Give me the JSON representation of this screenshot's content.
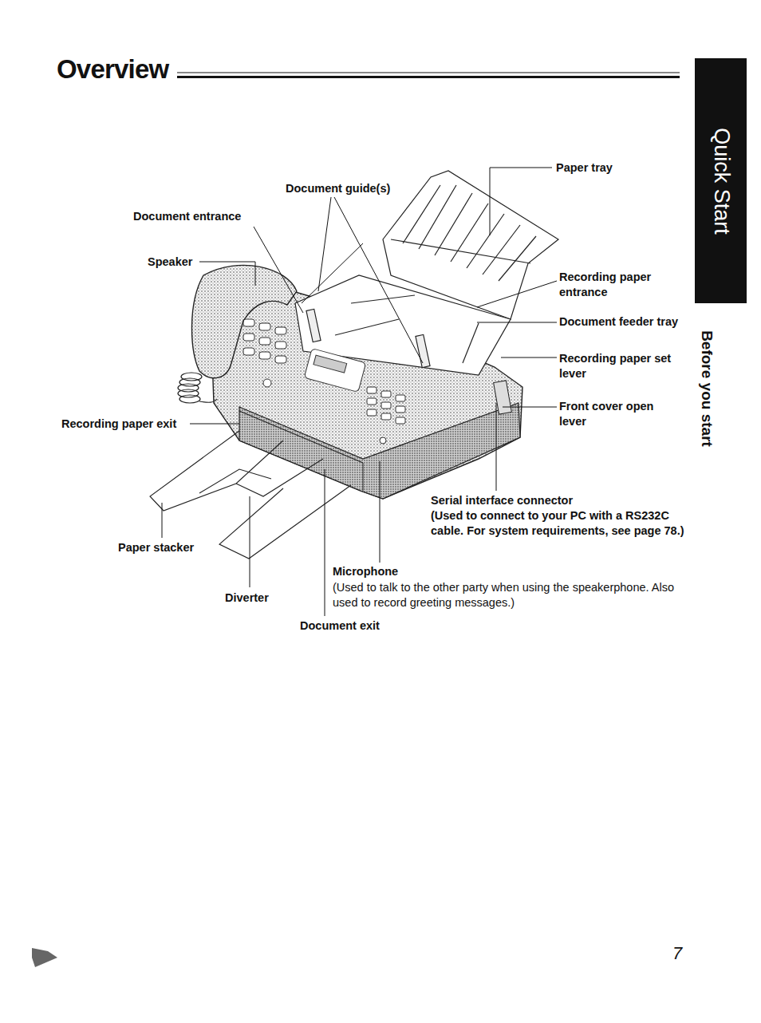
{
  "diagram": {
    "title": "Overview",
    "nodes": [
      {
        "text": [
          "Quick Start"
        ]
      }
    ],
    "labels": [
      "Paper tray",
      "Document guide(s)",
      "Document entrance",
      "Speaker",
      "Recording paper entrance",
      "Document feeder tray",
      "Recording paper set lever",
      "Front cover open lever",
      "Recording paper exit",
      "Serial interface connector",
      "(Used to connect to your PC with a RS232C cable. For system requirements, see page 78.)",
      "Paper stacker",
      "Microphone",
      "(Used to talk to the other party when using the speakerphone. Also used to record greeting messages.)",
      "Diverter",
      "Document exit",
      "Before you start",
      "7"
    ]
  }
}
